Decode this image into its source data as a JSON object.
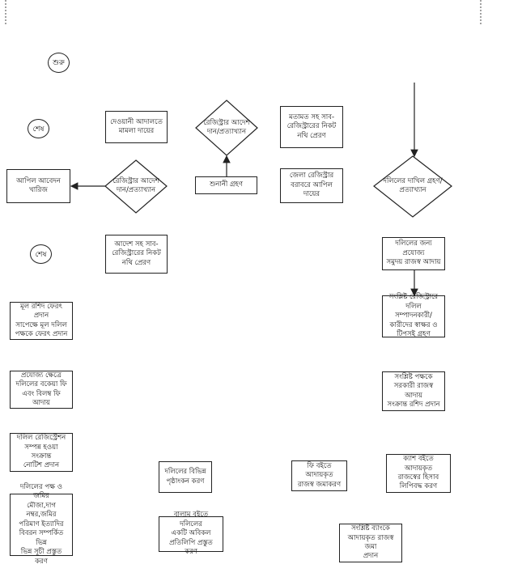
{
  "start_label": "শুরু",
  "end_label": "শেষ",
  "nodes": {
    "civil_court": "দেওয়ানী আদালতে\nমামলা দায়ের",
    "registrar_order_top": "রেজিস্ট্রার আদেশ\nদান/প্রত্যাখ্যান",
    "opinion_forward": "মতামত সহ সাব-\nরেজিস্ট্রারের নিকট\nনথি প্রেরণ",
    "appeal_reject": "আপিল আবেদন\nখারিজ",
    "registrar_order_mid": "রেজিস্ট্রার আদেশ\nদান/প্রত্যাখ্যান",
    "hearing": "শুনানী গ্রহণ",
    "district_appeal": "জেলা রেজিস্ট্রার\nবরাবরে আপিল দায়ের",
    "deed_accept": "দলিলের দাখিল গ্রহণ/\nপ্রত্যাখ্যান",
    "order_forward": "আদেশ সহ সাব-\nরেজিস্ট্রারের নিকট\nনথি প্রেরণ",
    "revenue_collect": "দলিলের জন্য প্রযোজ্য\nসমুদয় রাজস্ব আদায়",
    "original_receipt": "মূল রশিদ ফেরৎ প্রদান\nসাপেক্ষে মূল দলিল\nপক্ষকে ফেরৎ প্রদান",
    "signature_take": "সংশ্লিষ্ট রেজিস্ট্রারে\nদলিল সম্পাদনকারী/\nকারীদের স্বাক্ষর ও\nটিপসই গ্রহণ",
    "arrear_fee": "প্রযোজ্য ক্ষেত্রে\nদলিলের বকেয়া ফি\nএবং বিলম্ব ফি আদায়",
    "receipt_give": "সংশ্লিষ্ট পক্ষকে\nসরকারী রাজস্ব আদায়\nসংক্রান্ত রশিদ প্রদান",
    "notice": "দলিল রেজিস্ট্রেশন\nসম্পন্ন হওয়া সংক্রান্ত\nনোটিশ প্রদান",
    "page_endorse": "দলিলের বিভিন্ন\nপৃষ্ঠাংকন করণ",
    "fee_deposit": "ফি বইতে আদায়কৃত\nরাজস্ব জমাকরণ",
    "cash_record": "ক্যাশ বইতে আদায়কৃত\nরাজস্বের হিসাব\nলিপিবদ্ধ করণ",
    "index_prepare": "দলিলের পক্ষ ও জমির\nমৌজা,দাগ নম্বর,জমির\nপরিমাণ ইত্যাদির\nবিবরন সম্পর্কিত ভিন্ন\nভিন্ন সূচী প্রস্তুত করণ",
    "volume_copy": "বালাম বইতে দলিলের\nএকটি অবিকল\nপ্রতিলিপি প্রস্তুত করণ",
    "bank_deposit": "সংশ্লিষ্ট ব্যাংকে\nআদায়কৃত রাজস্ব জমা\nপ্রদান"
  }
}
